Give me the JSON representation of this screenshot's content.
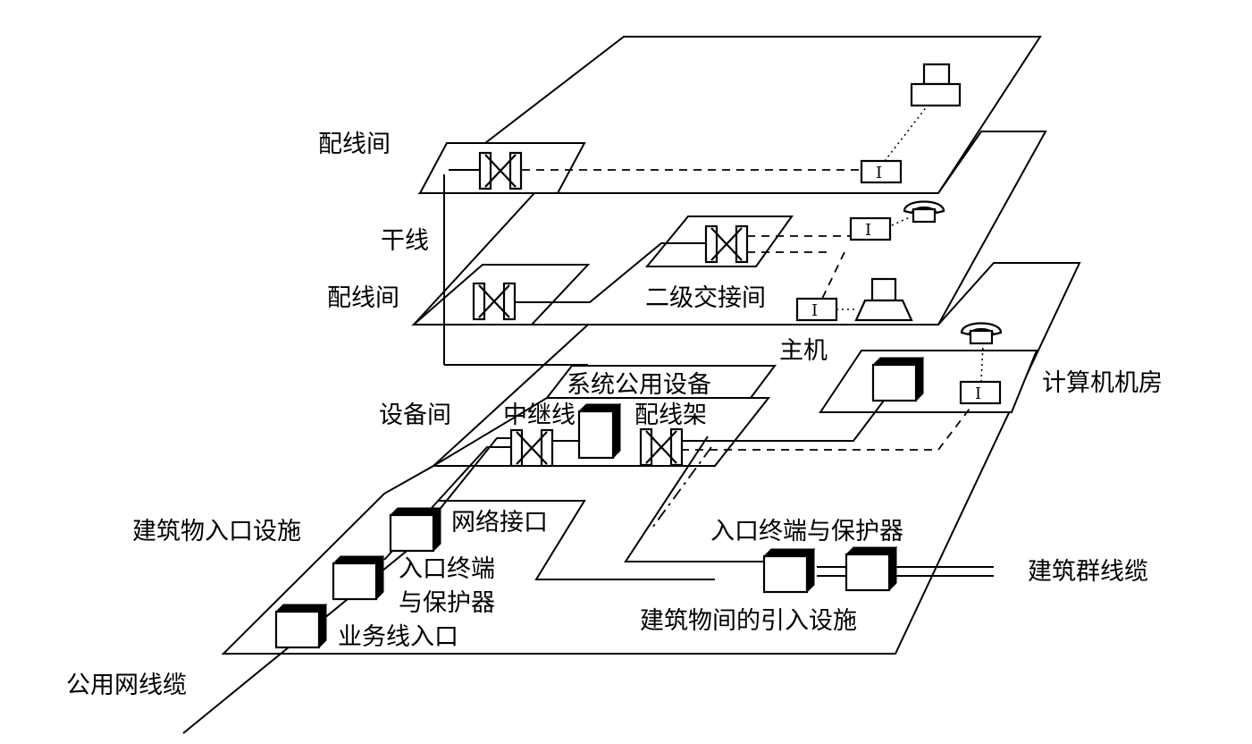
{
  "labels": {
    "wiring_closet_top": "配线间",
    "backbone": "干线",
    "wiring_closet_mid": "配线间",
    "secondary_cross_connect": "二级交接间",
    "host": "主机",
    "computer_room": "计算机机房",
    "system_common_equipment": "系统公用设备",
    "equipment_room": "设备间",
    "trunk_line": "中继线",
    "distribution_frame": "配线架",
    "building_entrance_facility": "建筑物入口设施",
    "network_interface": "网络接口",
    "entrance_terminal_protector_left": "入口终端\n与保护器",
    "entrance_terminal_protector_left_l1": "入口终端",
    "entrance_terminal_protector_left_l2": "与保护器",
    "service_line_entrance": "业务线入口",
    "public_network_cable": "公用网线缆",
    "entrance_terminal_protector_right": "入口终端与保护器",
    "campus_cable": "建筑群线缆",
    "inter_building_entrance": "建筑物间的引入设施",
    "outlet_mark": "I"
  },
  "icons": {
    "cross_connect": "cross-connect-frame-icon",
    "information_outlet": "information-outlet-icon",
    "computer": "computer-terminal-icon",
    "telephone": "telephone-icon",
    "device_block": "equipment-box-icon"
  },
  "colors": {
    "ink": "#000000",
    "background": "#ffffff"
  }
}
